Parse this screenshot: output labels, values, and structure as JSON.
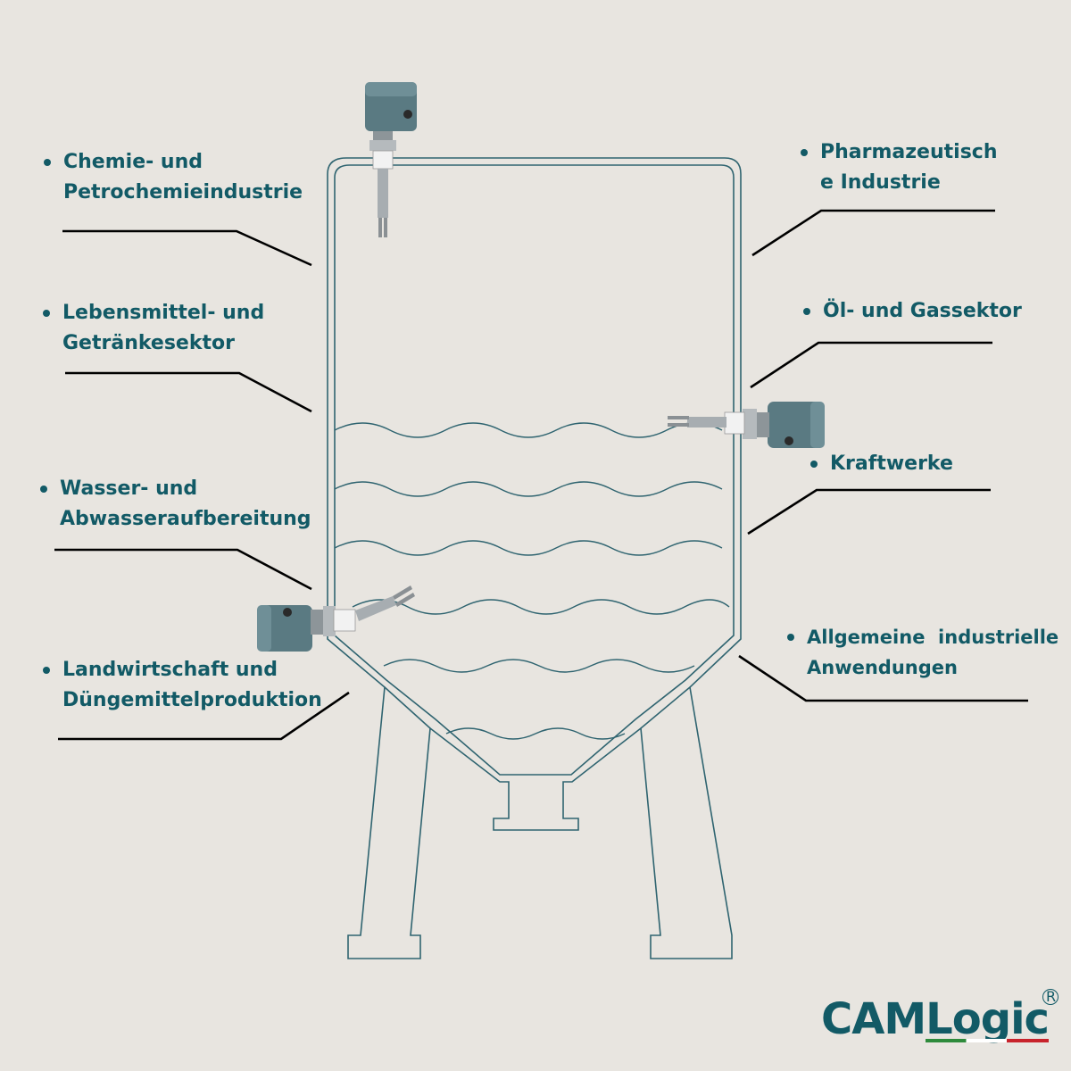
{
  "labels": {
    "chemie": [
      "Chemie- und",
      "Petrochemieindustrie"
    ],
    "lebensmittel": [
      "Lebensmittel- und",
      "Getränkesektor"
    ],
    "wasser": [
      "Wasser- und",
      "Abwasseraufbereitung"
    ],
    "landwirtschaft": [
      "Landwirtschaft und",
      "Düngemittelproduktion"
    ],
    "pharma": [
      "Pharmazeutisch",
      "e Industrie"
    ],
    "oel": [
      "Öl- und Gassektor"
    ],
    "kraftwerke": [
      "Kraftwerke"
    ],
    "allgemein": [
      "Allgemeine  industrielle",
      "Anwendungen"
    ]
  },
  "logo": {
    "part1": "CAM",
    "part2": "Logic",
    "registered": "R"
  },
  "colors": {
    "background": "#e8e5e0",
    "text": "#125a66",
    "tank_outline": "#2f6470",
    "leader_line": "#000000",
    "sensor_head": "#5a7a82"
  }
}
